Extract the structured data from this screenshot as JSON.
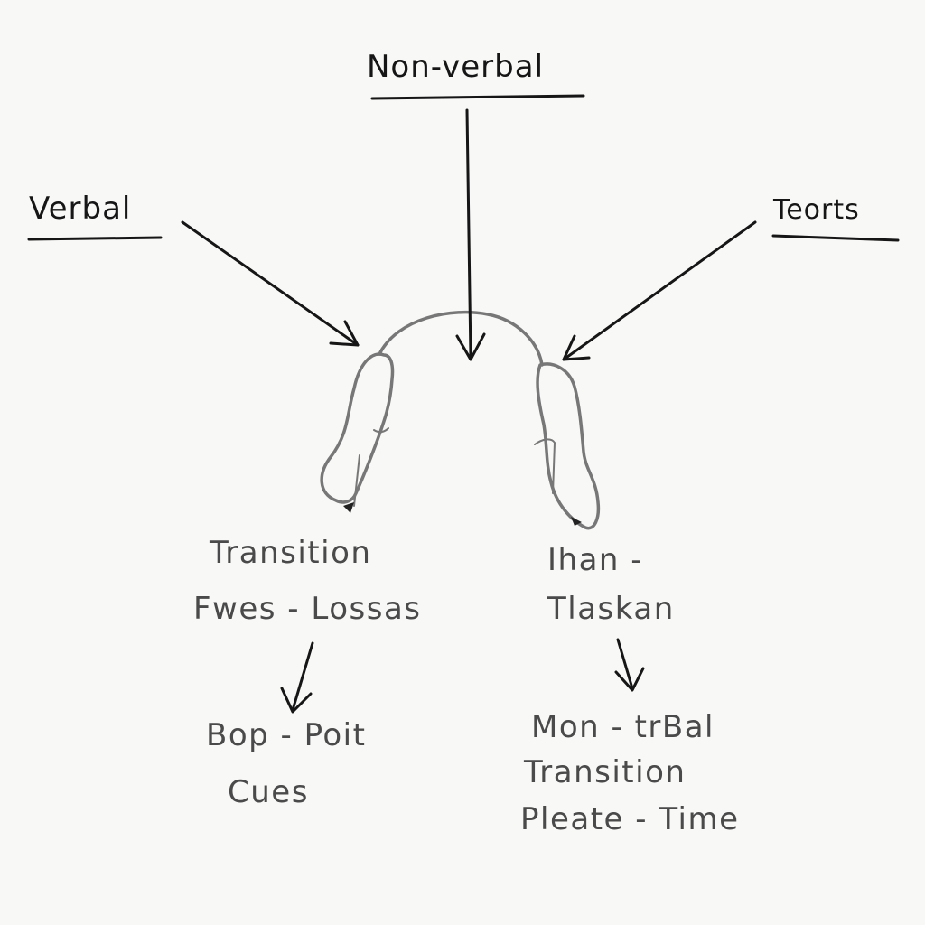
{
  "labels": {
    "non_verbal": "Non-verbal",
    "verbal": "Verbal",
    "teorts": "Teorts"
  },
  "left_branch": {
    "line1": "Transition",
    "line2": "Fwes - Lossas",
    "result_line1": "Bop - Poit",
    "result_line2": "Cues"
  },
  "right_branch": {
    "line1": "Ihan -",
    "line2": "Tlaskan",
    "result_line1": "Mon - trBal",
    "result_line2": "Transition",
    "result_line3": "Pleate - Time"
  },
  "colors": {
    "paper": "#f8f8f6",
    "ink_dark": "#161616",
    "ink_gray": "#4a4a4a",
    "drawing_gray": "#777777"
  }
}
